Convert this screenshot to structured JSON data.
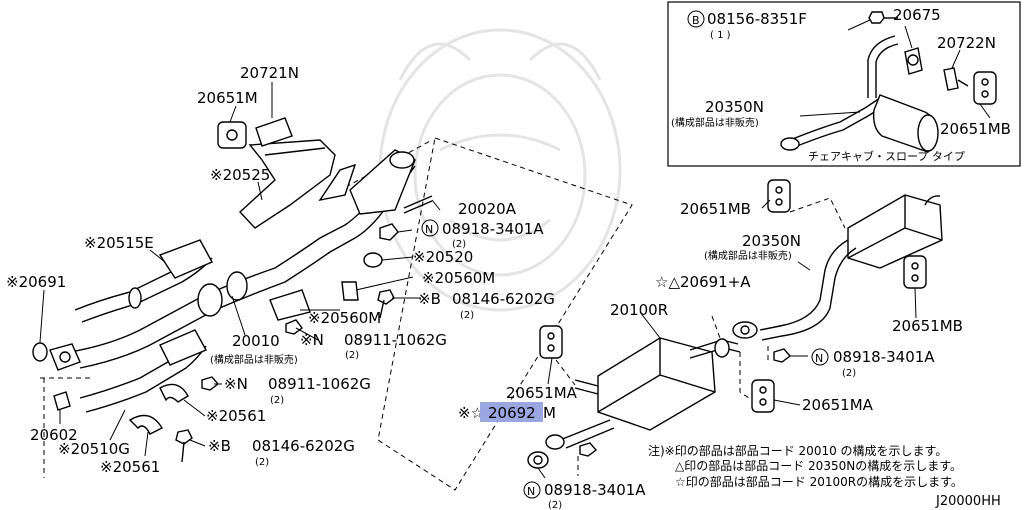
{
  "diagram_code": "J20000HH",
  "inset": {
    "parts": {
      "bolt": "08156-8351F",
      "bolt_prefix": "B",
      "bolt_qty": "( 1 )",
      "hanger": "20675",
      "clip": "20722N",
      "muffler": "20350N",
      "muffler_note": "(構成部品は非販売)",
      "mount": "20651MB"
    },
    "caption": "チェアキャブ・スロープ タイプ"
  },
  "parts": {
    "p20721N": "20721N",
    "p20651M": "20651M",
    "p20525": "※20525",
    "p20515E": "※20515E",
    "p20691": "※20691",
    "p20602": "20602",
    "p20510G": "※20510G",
    "p20561a": "※20561",
    "p20561b": "※20561",
    "p20020A": "20020A",
    "nut1": "08918-3401A",
    "nut1_prefix": "N",
    "nut1_qty": "(2)",
    "p20520": "※20520",
    "p20560M_a": "※20560M",
    "bolt1": "08146-6202G",
    "bolt1_prefix": "※B",
    "bolt1_qty": "(2)",
    "p20560M_b": "※20560M",
    "p20010": "20010",
    "p20010_note": "(構成部品は非販売)",
    "nut2": "08911-1062G",
    "nut2_prefix": "※N",
    "nut2_qty": "(2)",
    "nut3": "08911-1062G",
    "nut3_prefix": "※N",
    "nut3_qty": "(2)",
    "bolt2": "08146-6202G",
    "bolt2_prefix": "※B",
    "bolt2_qty": "(2)",
    "p20651MB_a": "20651MB",
    "p20350N": "20350N",
    "p20350N_note": "(構成部品は非販売)",
    "p20691A": "☆△20691+A",
    "p20651MB_b": "20651MB",
    "p20100R": "20100R",
    "nut4": "08918-3401A",
    "nut4_prefix": "N",
    "nut4_qty": "(2)",
    "p20651MA_a": "20651MA",
    "p20651MA_b": "20651MA",
    "p20692_prefix": "※☆",
    "p20692": "20692",
    "p20692_suffix": "M",
    "nut5": "08918-3401A",
    "nut5_prefix": "N",
    "nut5_qty": "(2)"
  },
  "notes": [
    "注)※印の部品は部品コード 20010 の構成を示します。",
    "△印の部品は部品コード 20350Nの構成を示します。",
    "☆印の部品は部品コード 20100Rの構成を示します。"
  ]
}
